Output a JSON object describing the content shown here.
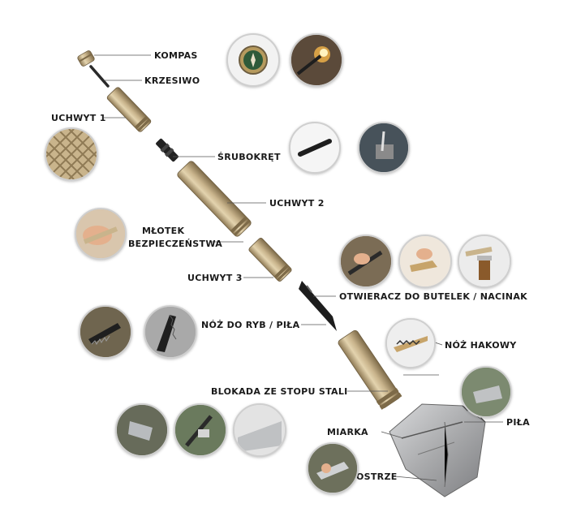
{
  "labels": {
    "kompas": "KOMPAS",
    "krzesiwo": "KRZESIWO",
    "uchwyt1": "UCHWYT 1",
    "srubokret": "ŚRUBOKRĘT",
    "uchwyt2": "UCHWYT 2",
    "mlotek_line1": "MŁOTEK",
    "mlotek_line2": "BEZPIECZEŃSTWA",
    "uchwyt3": "UCHWYT 3",
    "otwieracz": "OTWIERACZ DO BUTELEK / NACINAK",
    "noz_ryb": "NÓŻ DO RYB / PIŁA",
    "noz_hakowy": "NÓŻ HAKOWY",
    "blokada": "BLOKADA ZE STOPU STALI",
    "pila": "PIŁA",
    "miarka": "MIARKA",
    "ostrze": "OSTRZE"
  },
  "colors": {
    "handle_gold": "#c9b48c",
    "handle_shadow": "#8f7a55",
    "blade_steel": "#a9aaac",
    "text": "#1a1a1a",
    "leader_line": "#555555"
  },
  "icons": [
    "compass-icon",
    "fire-starter-icon",
    "knurled-grip-icon",
    "screwdriver-bit-icon",
    "screwdriver-use-icon",
    "hammer-use-icon",
    "bottle-opener-icon",
    "saw-blade-icon",
    "hook-knife-icon",
    "shovel-blade-icon"
  ]
}
